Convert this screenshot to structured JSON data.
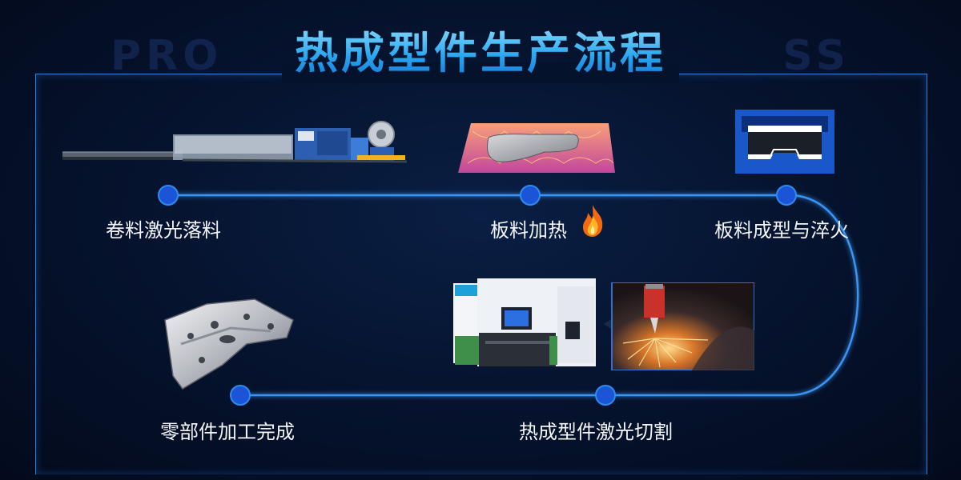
{
  "title": "热成型件生产流程",
  "watermark": "PROCESS",
  "steps": [
    {
      "label": "卷料激光落料"
    },
    {
      "label": "板料加热"
    },
    {
      "label": "板料成型与淬火"
    },
    {
      "label": "热成型件激光切割"
    },
    {
      "label": "零部件加工完成"
    }
  ],
  "flame_icon": "fire-icon",
  "colors": {
    "accent": "#1e6fe0",
    "line": "#2e8cf0",
    "node": "#1b54d6",
    "frame": "#2f7fd6"
  }
}
